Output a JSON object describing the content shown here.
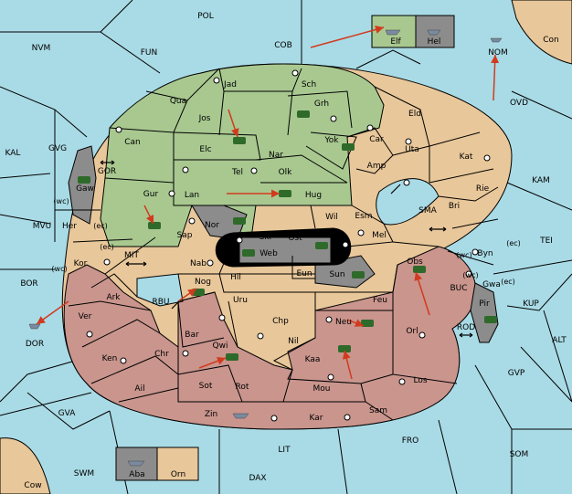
{
  "colors": {
    "sea": "#a9dbe6",
    "neutral": "#e8c79a",
    "green": "#a8c890",
    "red": "#c9958d",
    "gray": "#8c8c8c",
    "black": "#000000",
    "white": "#ffffff",
    "arrow": "#d23a1e",
    "unit": "#2e6a2a"
  },
  "sea": {
    "POL": "POL",
    "NVM": "NVM",
    "FUN": "FUN",
    "COB": "COB",
    "NOM": "NOM",
    "Con": "Con",
    "OVD": "OVD",
    "KAL": "KAL",
    "GVG": "GVG",
    "GOR": "GOR",
    "KAM": "KAM",
    "SMA": "SMA",
    "MVU": "MVU",
    "MIT": "MIT",
    "TEI": "TEI",
    "BOR": "BOR",
    "RBU": "RBU",
    "BUC": "BUC",
    "KUP": "KUP",
    "DOR": "DOR",
    "ROD": "ROD",
    "ALT": "ALT",
    "GVP": "GVP",
    "GVA": "GVA",
    "FRO": "FRO",
    "SOM": "SOM",
    "LIT": "LIT",
    "SWM": "SWM",
    "DAX": "DAX",
    "Cow": "Cow"
  },
  "land": {
    "Elf": "Elf",
    "Hel": "Hel",
    "Jad": "Jad",
    "Sch": "Sch",
    "Qua": "Qua",
    "Jos": "Jos",
    "Grh": "Grh",
    "Eld": "Eld",
    "Can": "Can",
    "Elc": "Elc",
    "Yok": "Yok",
    "Car": "Car",
    "Uta": "Uta",
    "Nar": "Nar",
    "Kat": "Kat",
    "Tel": "Tel",
    "Amp": "Amp",
    "Olk": "Olk",
    "Gaw": "Gaw",
    "Gur": "Gur",
    "Lan": "Lan",
    "Hug": "Hug",
    "Rie": "Rie",
    "Bri": "Bri",
    "Wil": "Wil",
    "Esm": "Esm",
    "Nor": "Nor",
    "Her": "Her",
    "Sap": "Sap",
    "Skr": "Skr",
    "Ost": "Ost",
    "Mel": "Mel",
    "Web": "Web",
    "Byn": "Byn",
    "Kor": "Kor",
    "Nab": "Nab",
    "Obs": "Obs",
    "Eun": "Eun",
    "Hil": "Hil",
    "Sun": "Sun",
    "Gwa": "Gwa",
    "Ark": "Ark",
    "Nog": "Nog",
    "Uru": "Uru",
    "Feu": "Feu",
    "Pir": "Pir",
    "Ver": "Ver",
    "Chp": "Chp",
    "Neu": "Neu",
    "Bar": "Bar",
    "Orl": "Orl",
    "Chr": "Chr",
    "Qwi": "Qwi",
    "Nil": "Nil",
    "Ken": "Ken",
    "Kaa": "Kaa",
    "Sot": "Sot",
    "Rot": "Rot",
    "Los": "Los",
    "Ail": "Ail",
    "Mou": "Mou",
    "Sam": "Sam",
    "Zin": "Zin",
    "Kar": "Kar",
    "Aba": "Aba",
    "Orn": "Orn"
  },
  "coasts": {
    "wc": "(wc)",
    "ec": "(ec)"
  }
}
